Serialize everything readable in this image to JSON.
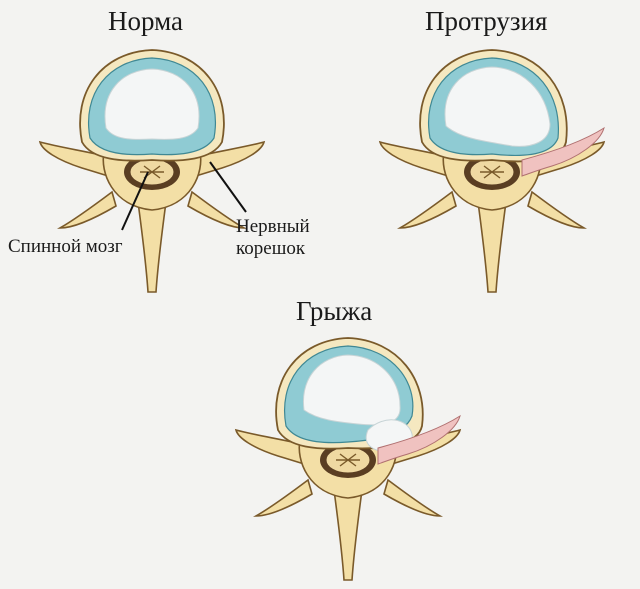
{
  "titles": {
    "normal": "Норма",
    "protrusion": "Протрузия",
    "hernia": "Грыжа"
  },
  "labels": {
    "spinal_cord": "Спинной мозг",
    "nerve_root_line1": "Нервный",
    "nerve_root_line2": "корешок"
  },
  "colors": {
    "background": "#f3f3f1",
    "bone": "#f3dfa6",
    "bone_outline": "#7a5a2a",
    "annulus": "#8fcbd3",
    "nucleus": "#f4f6f6",
    "nerve_root_irritated": "#f0c2c0"
  }
}
